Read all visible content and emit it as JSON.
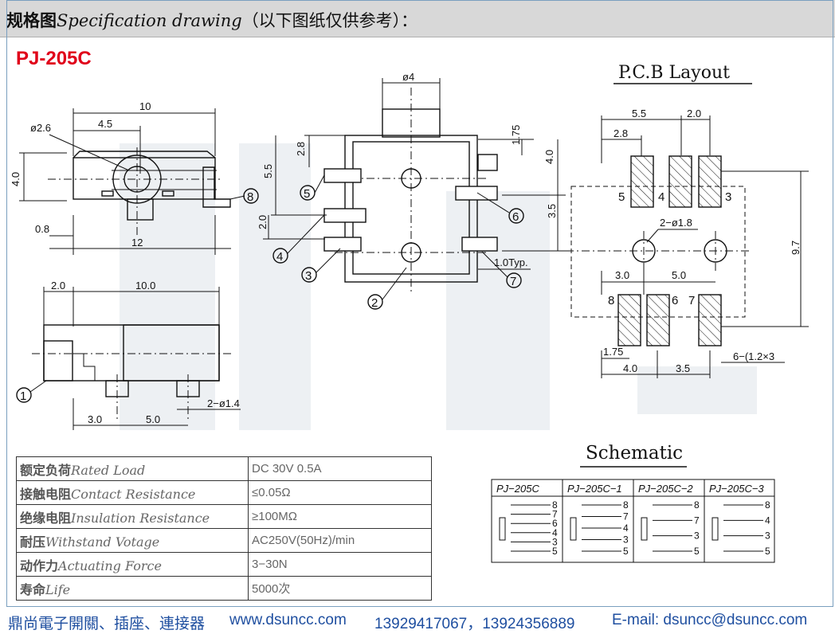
{
  "header": {
    "title_prefix": "规格图",
    "title_en": "Specification drawing",
    "title_suffix": "（以下图纸仅供参考）："
  },
  "model": "PJ-205C",
  "pcb_layout": {
    "title": "P.C.B Layout",
    "dims": {
      "d1": "5.5",
      "d2": "2.0",
      "d3": "2.8",
      "d4": "2−ø1.8",
      "d5": "3.0",
      "d6": "5.0",
      "d7": "9.7",
      "d8": "1.75",
      "d9": "4.0",
      "d10": "3.5",
      "d11": "6−(1.2×3"
    },
    "pads": {
      "p5": "5",
      "p4": "4",
      "p3": "3",
      "p8": "8",
      "p6": "6",
      "p7": "7"
    }
  },
  "drawing": {
    "front": {
      "d10": "10",
      "d26": "ø2.6",
      "d45": "4.5",
      "d40": "4.0",
      "d08": "0.8",
      "d12": "12",
      "pin8": "8"
    },
    "top": {
      "d4": "ø4",
      "d28": "2.8",
      "d55": "5.5",
      "d20": "2.0",
      "d175": "1.75",
      "d40": "4.0",
      "d35": "3.5",
      "d10typ": "1.0Typ.",
      "pins": {
        "p1": "5",
        "p2": "6",
        "p3": "4",
        "p4": "3",
        "p5": "2",
        "p6": "7"
      }
    },
    "side": {
      "d20": "2.0",
      "d100": "10.0",
      "d30": "3.0",
      "d50": "5.0",
      "d14": "2−ø1.4",
      "pin1": "1"
    }
  },
  "specs": [
    {
      "cn": "额定负荷",
      "en": "Rated Load",
      "value": "DC 30V 0.5A"
    },
    {
      "cn": "接触电阻",
      "en": "Contact Resistance",
      "value": "≤0.05Ω"
    },
    {
      "cn": "绝缘电阻",
      "en": "Insulation Resistance",
      "value": "≥100MΩ"
    },
    {
      "cn": "耐压",
      "en": "Withstand Votage",
      "value": "AC250V(50Hz)/min"
    },
    {
      "cn": "动作力",
      "en": "Actuating Force",
      "value": "3−30N"
    },
    {
      "cn": "寿命",
      "en": "Life",
      "value": "5000次"
    }
  ],
  "schematic": {
    "title": "Schematic",
    "columns": [
      {
        "name": "PJ−205C",
        "pins": [
          "8",
          "7",
          "6",
          "4",
          "3",
          "5"
        ]
      },
      {
        "name": "PJ−205C−1",
        "pins": [
          "8",
          "7",
          "4",
          "3",
          "5"
        ]
      },
      {
        "name": "PJ−205C−2",
        "pins": [
          "8",
          "7",
          "3",
          "5"
        ]
      },
      {
        "name": "PJ−205C−3",
        "pins": [
          "8",
          "4",
          "3",
          "5"
        ]
      }
    ]
  },
  "footer": {
    "company": "鼎尚電子開關、插座、連接器",
    "website": "www.dsuncc.com",
    "phones": "13929417067，13924356889",
    "email": "E-mail: dsuncc@dsuncc.com"
  }
}
